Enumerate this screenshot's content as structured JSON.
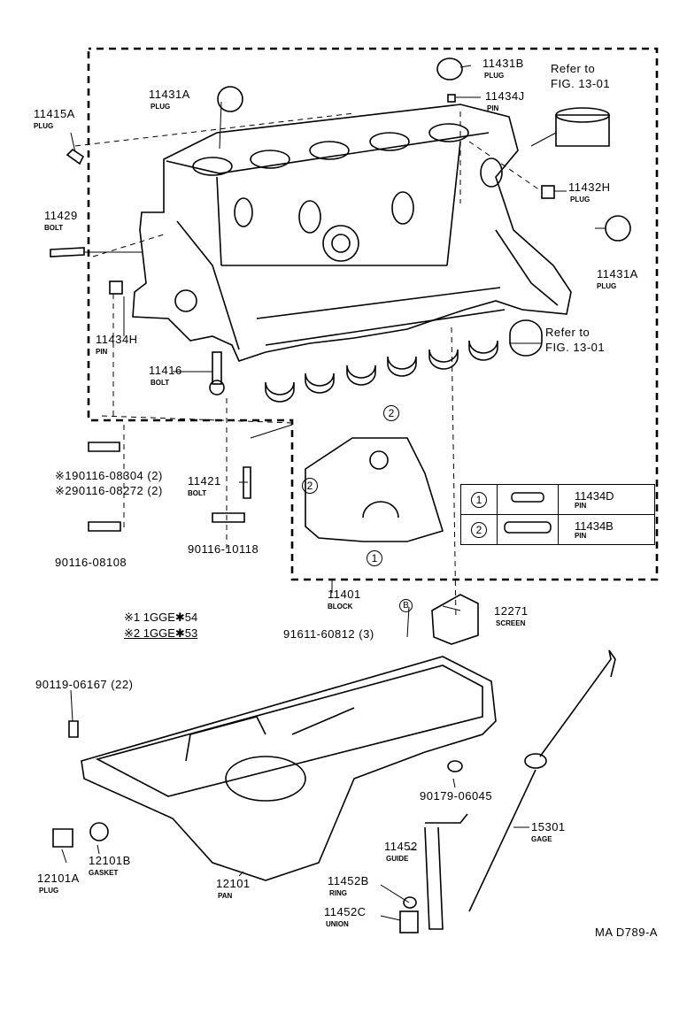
{
  "parts": {
    "p11431A_top": {
      "code": "11431A",
      "name": "PLUG"
    },
    "p11431B": {
      "code": "11431B",
      "name": "PLUG"
    },
    "p11434J": {
      "code": "11434J",
      "name": "PIN"
    },
    "p11415A": {
      "code": "11415A",
      "name": "PLUG"
    },
    "p11429": {
      "code": "11429",
      "name": "BOLT"
    },
    "p11432H": {
      "code": "11432H",
      "name": "PLUG"
    },
    "p11431A_right": {
      "code": "11431A",
      "name": "PLUG"
    },
    "p11434H": {
      "code": "11434H",
      "name": "PIN"
    },
    "p11416": {
      "code": "11416",
      "name": "BOLT"
    },
    "p11421": {
      "code": "11421",
      "name": "BOLT"
    },
    "p11401": {
      "code": "11401",
      "name": "BLOCK"
    },
    "p12271": {
      "code": "12271",
      "name": "SCREEN"
    },
    "p15301": {
      "code": "15301",
      "name": "GAGE"
    },
    "p11452": {
      "code": "11452",
      "name": "GUIDE"
    },
    "p11452B": {
      "code": "11452B",
      "name": "RING"
    },
    "p11452C": {
      "code": "11452C",
      "name": "UNION"
    },
    "p12101": {
      "code": "12101",
      "name": "PAN"
    },
    "p12101A": {
      "code": "12101A",
      "name": "PLUG"
    },
    "p12101B": {
      "code": "12101B",
      "name": "GASKET"
    }
  },
  "codes": {
    "c90116_08304": "※190116-08304 (2)",
    "c90116_08272": "※290116-08272 (2)",
    "c90116_08108": "90116-08108",
    "c90116_10118": "90116-10118",
    "c91611": "91611-60812 (3)",
    "c90119": "90119-06167 (22)",
    "c90179": "90179-06045",
    "drawing_id": "MA D789-A"
  },
  "refs": {
    "ref_top_line1": "Refer to",
    "ref_top_line2": "FIG. 13-01",
    "ref_mid_line1": "Refer to",
    "ref_mid_line2": "FIG. 13-01"
  },
  "legend": {
    "line1": "※1 1GGE✱54",
    "line2": "※2 1GGE✱53"
  },
  "callouts": {
    "one": "1",
    "two": "2",
    "b": "B"
  },
  "table": {
    "rows": [
      {
        "num": "1",
        "code": "11434D",
        "name": "PIN"
      },
      {
        "num": "2",
        "code": "11434B",
        "name": "PIN"
      }
    ]
  }
}
